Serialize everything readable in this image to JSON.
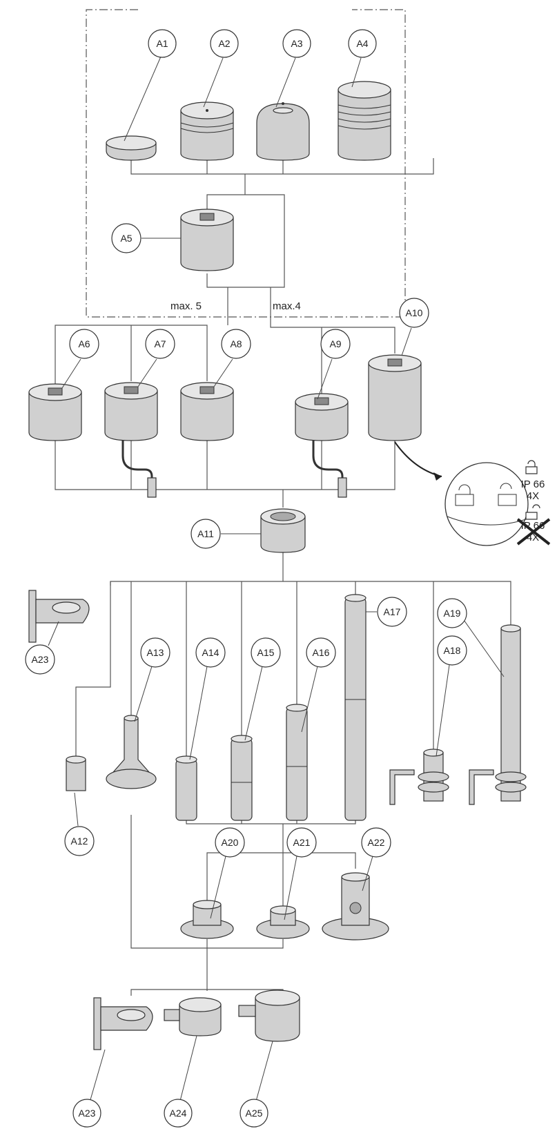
{
  "callouts": {
    "A1": "A1",
    "A2": "A2",
    "A3": "A3",
    "A4": "A4",
    "A5": "A5",
    "A6": "A6",
    "A7": "A7",
    "A8": "A8",
    "A9": "A9",
    "A10": "A10",
    "A11": "A11",
    "A12": "A12",
    "A13": "A13",
    "A14": "A14",
    "A15": "A15",
    "A16": "A16",
    "A17": "A17",
    "A18": "A18",
    "A19": "A19",
    "A20": "A20",
    "A21": "A21",
    "A22": "A22",
    "A23_top": "A23",
    "A23_bottom": "A23",
    "A24": "A24",
    "A25": "A25"
  },
  "limits": {
    "left": "max. 5",
    "right": "max.4"
  },
  "protection": {
    "rating": "IP 66",
    "nema": "4X",
    "rating_crossed": "IP 66",
    "nema_crossed": "4X"
  },
  "icons": [
    "lock-closed-icon",
    "lock-open-icon",
    "cross-out-icon"
  ]
}
